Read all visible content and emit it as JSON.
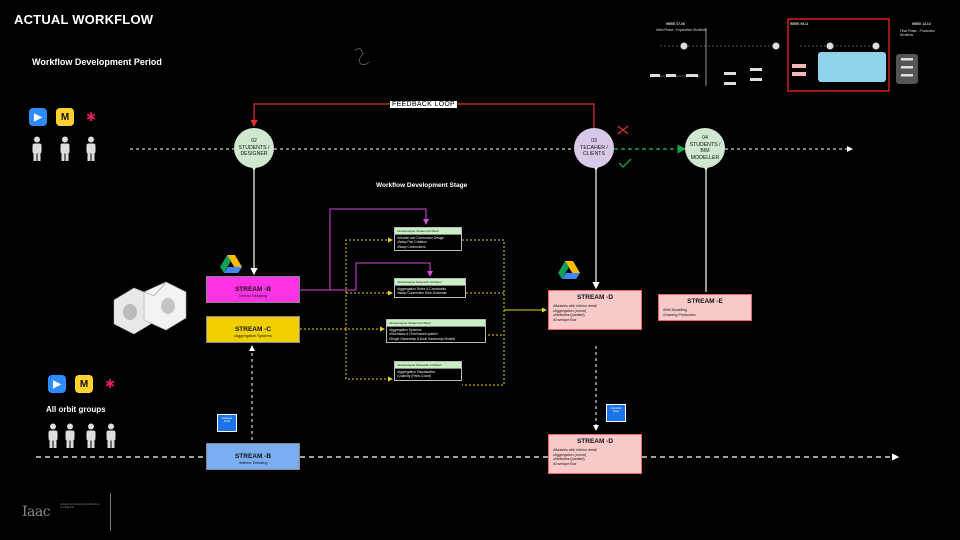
{
  "title": "ACTUAL WORKFLOW",
  "subtitle": "Workflow Development Period",
  "feedback_label": "FEEDBACK LOOP",
  "stage_title": "Workflow Development Stage",
  "orbit_label": "All orbit groups",
  "nodes": {
    "n02": "02\nSTUDENTS /\nDESIGNER",
    "n03": "03\nTECAHER /\nCLIENTS",
    "n04": "04\nSTUDENTS /\nBIM\nMODELLER"
  },
  "streams": {
    "b_top": {
      "title": "STREAM -B",
      "sub": "Interior Detailing"
    },
    "c": {
      "title": "STREAM -C",
      "sub": "•Aggregation Systems"
    },
    "b_bottom": {
      "title": "STREAM -B",
      "sub": "•Interior Detailing"
    },
    "d_top": {
      "title": "STREAM -D",
      "items": [
        "•Modules with interior detail",
        "•Aggregation (noma)",
        "•Attributes (parakel)",
        "•Envelope Box"
      ]
    },
    "d_bottom": {
      "title": "STREAM -D",
      "items": [
        "•Modules with interior detail",
        "•Aggregation (noma)",
        "•Attributes (parakel)",
        "•Envelope Box"
      ]
    },
    "e": {
      "title": "STREAM -E",
      "items": [
        "•BIM Modelling",
        "•Drawing Production"
      ]
    }
  },
  "groups": [
    {
      "header": "•Grasshopper Student Architect",
      "items": [
        "•Module and Connection Design",
        "•Wasp Part Creation",
        "•Wasp Connections"
      ]
    },
    {
      "header": "•Grasshopper Research Architect",
      "items": [
        "•Aggregation Rules & Constraints",
        "•Wasp Connection Rule Grammar"
      ]
    },
    {
      "header": "•Grasshopper Student Architect",
      "items": [
        "•Aggregation Systems",
        "•Stochastic & Field based system",
        "•Single Ownership & Dual Ownership Models"
      ]
    },
    {
      "header": "•Grasshopper Research Architect",
      "items": [
        "•Aggregation Visualisation",
        "•Quantity (Parts Count)"
      ]
    }
  ],
  "drive_box_label": "Autodesk\nDrive",
  "minimap": {
    "week_a": "WEEK 07-08",
    "week_b": "WEEK 09-11",
    "week_c": "WEEK 12-13",
    "final_label": "Final Phase - Production Workflow",
    "sub_a": "Initial Phase - Exploration Workflow"
  },
  "logo": "Iaac",
  "logo_sub": "Institute for Advanced Architecture of Catalonia",
  "colors": {
    "node_green": "#cfe8cf",
    "node_purple": "#d9c9e8",
    "stream_b": "#ff33e6",
    "stream_c": "#f0d000",
    "stream_b_bottom": "#7aaef0",
    "stream_d": "#f7c9c9",
    "feedback": "#e03030",
    "purple_line": "#d34ad8",
    "yellow_line": "#e8d21a",
    "green_dash": "#16a34a"
  }
}
